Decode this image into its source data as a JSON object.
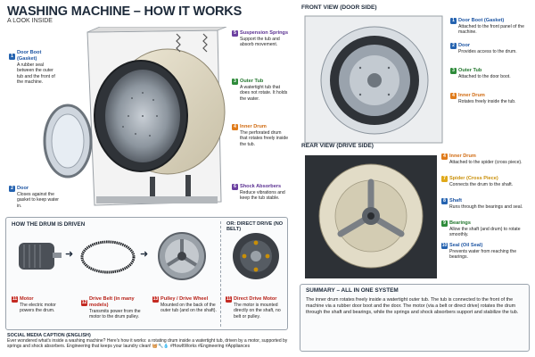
{
  "header": {
    "title": "WASHING MACHINE – HOW IT WORKS",
    "subtitle": "A LOOK INSIDE"
  },
  "main_callouts": [
    {
      "num": "1",
      "title": "Door Boot (Gasket)",
      "desc": "A rubber seal between the outer tub and the front of the machine.",
      "color": "blue"
    },
    {
      "num": "2",
      "title": "Door",
      "desc": "Closes against the gasket to keep water in.",
      "color": "blue"
    },
    {
      "num": "3",
      "title": "Outer Tub",
      "desc": "A watertight tub that does not rotate. It holds the water.",
      "color": "green"
    },
    {
      "num": "4",
      "title": "Inner Drum",
      "desc": "The perforated drum that rotates freely inside the tub.",
      "color": "orange"
    },
    {
      "num": "5",
      "title": "Suspension Springs",
      "desc": "Support the tub and absorb movement.",
      "color": "purple"
    },
    {
      "num": "6",
      "title": "Shock Absorbers",
      "desc": "Reduce vibrations and keep the tub stable.",
      "color": "purple"
    }
  ],
  "front_view": {
    "label": "FRONT VIEW (DOOR SIDE)",
    "callouts": [
      {
        "num": "1",
        "title": "Door Boot (Gasket)",
        "desc": "Attached to the front panel of the machine.",
        "color": "blue"
      },
      {
        "num": "2",
        "title": "Door",
        "desc": "Provides access to the drum.",
        "color": "blue"
      },
      {
        "num": "3",
        "title": "Outer Tub",
        "desc": "Attached to the door boot.",
        "color": "green"
      },
      {
        "num": "4",
        "title": "Inner Drum",
        "desc": "Rotates freely inside the tub.",
        "color": "orange"
      }
    ]
  },
  "rear_view": {
    "label": "REAR VIEW (DRIVE SIDE)",
    "callouts": [
      {
        "num": "4",
        "title": "Inner Drum",
        "desc": "Attached to the spider (cross piece).",
        "color": "orange"
      },
      {
        "num": "7",
        "title": "Spider (Cross Piece)",
        "desc": "Connects the drum to the shaft.",
        "color": "yellow"
      },
      {
        "num": "8",
        "title": "Shaft",
        "desc": "Runs through the bearings and seal.",
        "color": "blue"
      },
      {
        "num": "9",
        "title": "Bearings",
        "desc": "Allow the shaft (and drum) to rotate smoothly.",
        "color": "green"
      },
      {
        "num": "10",
        "title": "Seal (Oil Seal)",
        "desc": "Prevents water from reaching the bearings.",
        "color": "blue"
      }
    ]
  },
  "drive": {
    "title": "HOW THE DRUM IS DRIVEN",
    "alt_title": "OR: DIRECT DRIVE (NO BELT)",
    "items": [
      {
        "num": "11",
        "title": "Motor",
        "desc": "The electric motor powers the drum."
      },
      {
        "num": "12",
        "title": "Drive Belt (in many models)",
        "desc": "Transmits power from the motor to the drum pulley."
      },
      {
        "num": "13",
        "title": "Pulley / Drive Wheel",
        "desc": "Mounted on the back of the outer tub (and on the shaft)."
      },
      {
        "num": "11",
        "title": "Direct Drive Motor",
        "desc": "The motor is mounted directly on the shaft, no belt or pulley."
      }
    ]
  },
  "summary": {
    "title": "SUMMARY – ALL IN ONE SYSTEM",
    "text": "The inner drum rotates freely inside a watertight outer tub. The tub is connected to the front of the machine via a rubber door boot and the door. The motor (via a belt or direct drive) rotates the drum through the shaft and bearings, while the springs and shock absorbers support and stabilize the tub."
  },
  "social": {
    "title": "SOCIAL MEDIA CAPTION (ENGLISH)",
    "text": "Ever wondered what's inside a washing machine? Here's how it works: a rotating drum inside a watertight tub, driven by a motor, supported by springs and shock absorbers. Engineering that keeps your laundry clean! 🧺🔧💧 #HowItWorks #Engineering #Appliances"
  },
  "colors": {
    "blue": "#2563b0",
    "green": "#2e8b3a",
    "orange": "#e07b1a",
    "purple": "#6b3fa0",
    "yellow": "#e0a91a",
    "red": "#c42a22"
  }
}
